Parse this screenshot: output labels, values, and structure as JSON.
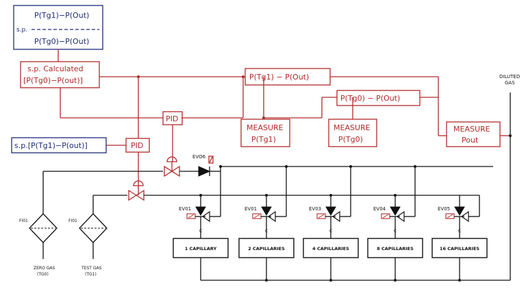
{
  "formula": {
    "prefix": "s.p.",
    "numerator": "P(Tg1)−P(Out)",
    "denominator": "P(Tg0)−P(Out)"
  },
  "sp_calculated": {
    "line1": "s.p. Calculated",
    "line2": "[P(Tg0)−P(out)]"
  },
  "sp_setpoint": "s.p.[P(Tg1)−P(out)]",
  "pid_labels": [
    "PID",
    "PID"
  ],
  "diff_labels": [
    "P(Tg1)  −  P(Out)",
    "P(Tg0)  −  P(Out)"
  ],
  "measure_blocks": [
    {
      "line1": "MEASURE",
      "line2": "P(Tg1)"
    },
    {
      "line1": "MEASURE",
      "line2": "P(Tg0)"
    },
    {
      "line1": "MEASURE",
      "line2": "Pout"
    }
  ],
  "evo6_label": "EVO6",
  "diluted_gas": {
    "line1": "DILUTED",
    "line2": "GAS"
  },
  "valves": [
    "EV01",
    "EV01",
    "EV03",
    "EV04",
    "EV05"
  ],
  "valve_c": "C",
  "capillaries": [
    "1 CAPILLARY",
    "2 CAPILLARIES",
    "4 CAPILLARIES",
    "8 CAPILLARIES",
    "16 CAPILLARIES"
  ],
  "filters": [
    {
      "tag": "FI01",
      "line1": "ZERO GAS",
      "line2": "(TG0)"
    },
    {
      "tag": "FI01",
      "line1": "TEST GAS",
      "line2": "(TG1)"
    }
  ]
}
